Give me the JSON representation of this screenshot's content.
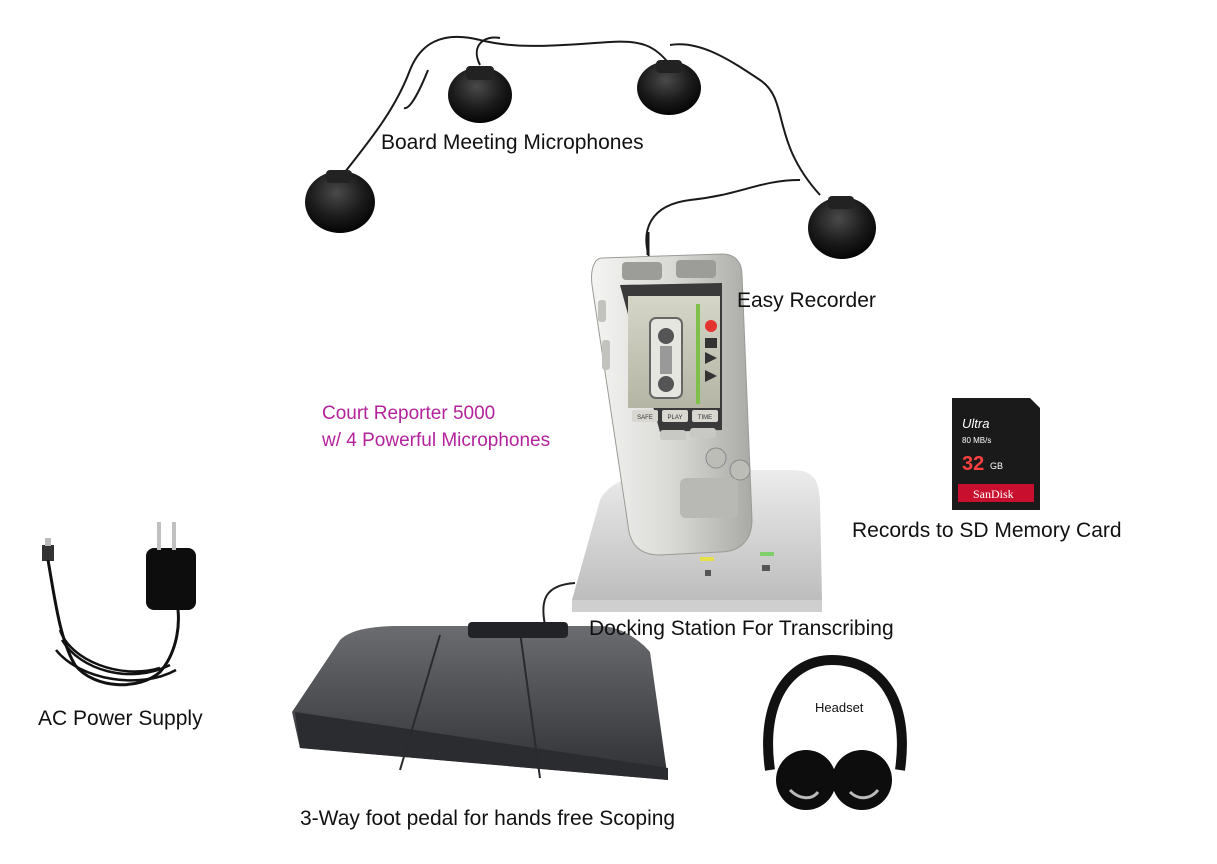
{
  "labels": {
    "board_mics": "Board Meeting Microphones",
    "easy_recorder": "Easy Recorder",
    "sd_card": "Records to SD Memory Card",
    "docking_station": "Docking Station For Transcribing",
    "ac_power": "AC Power Supply",
    "foot_pedal": "3-Way foot pedal for hands free Scoping",
    "headset": "Headset"
  },
  "promo": {
    "line1": "Court Reporter 5000",
    "line2": "w/ 4 Powerful Microphones"
  },
  "sd_card": {
    "brand": "SanDisk",
    "series": "Ultra",
    "speed": "80 MB/s",
    "capacity": "32",
    "unit": "GB"
  },
  "recorder": {
    "screen_buttons": [
      "SAFE",
      "PLAY",
      "TIME"
    ]
  },
  "colors": {
    "promo_text": "#b3239b",
    "sd_red": "#c8102e",
    "recorder_silver": "#d9d9d6",
    "pedal": "#4a4c4f"
  }
}
